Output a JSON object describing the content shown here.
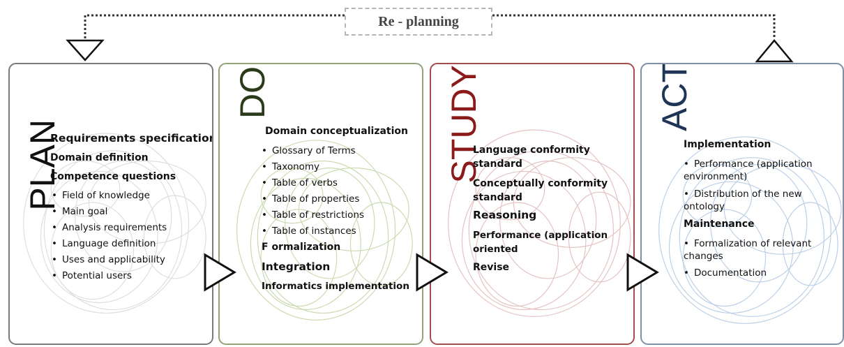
{
  "replanning": {
    "label": "Re - planning"
  },
  "colors": {
    "plan": "#7a7a7a",
    "do": "#93a37a",
    "study": "#a34d4d",
    "act": "#7f8fa6"
  },
  "phases": [
    {
      "title": "PLAN",
      "items": [
        "Requirements specification",
        "Domain definition",
        "Competence questions",
        "Field of knowledge",
        "Main goal",
        "Analysis requirements",
        "Language definition",
        "Uses and applicability",
        "Potential users"
      ]
    },
    {
      "title": "DO",
      "items": [
        "Domain conceptualization",
        "Glossary of Terms",
        "Taxonomy",
        "Table of verbs",
        "Table of properties",
        "Table of restrictions",
        "Table of instances",
        "F ormalization",
        "Integration",
        "Informatics implementation"
      ]
    },
    {
      "title": "STUDY",
      "items": [
        "Language conformity standard",
        "Conceptually conformity standard",
        "Reasoning",
        "Performance (application oriented",
        "Revise"
      ]
    },
    {
      "title": "ACT",
      "items": [
        "Implementation",
        "Performance (application environment)",
        "Distribution of the new ontology",
        "Maintenance",
        "Formalization of relevant changes",
        "Documentation"
      ]
    }
  ]
}
